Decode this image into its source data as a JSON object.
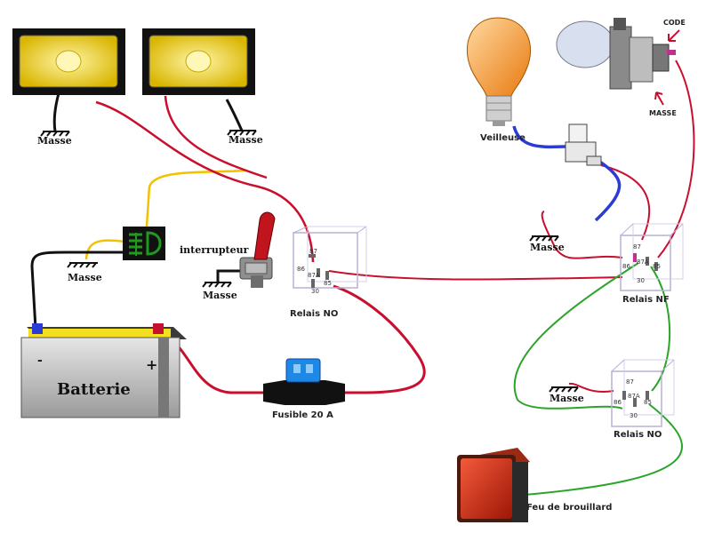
{
  "labels": {
    "masse_lamp1": "Masse",
    "masse_lamp2": "Masse",
    "masse_battery": "Masse",
    "masse_switch": "Masse",
    "masse_relay_nf": "Masse",
    "masse_relay_no2": "Masse",
    "masse_headlamp": "MASSE",
    "code": "CODE",
    "veilleuse": "Veilleuse",
    "interrupteur": "interrupteur",
    "relais_no_1": "Relais NO",
    "relais_nf": "Relais NF",
    "relais_no_2": "Relais NO",
    "batterie": "Batterie",
    "battery_minus": "-",
    "battery_plus": "+",
    "fusible": "Fusible 20 A",
    "feu_brouillard": "Feu de brouillard"
  },
  "relay_pins": {
    "p87": "87",
    "p87a": "87A",
    "p86": "86",
    "p85": "85",
    "p30": "30"
  },
  "colors": {
    "wire_red": "#c8102e",
    "wire_yellow": "#f2c200",
    "wire_green": "#2aa52a",
    "wire_blue": "#2b3bd6",
    "lamp_yellow": "#f4d21a",
    "fog_indicator": "#1f9a1f",
    "fog_lamp_red": "#d42a10"
  },
  "icons": {
    "fog_indicator": "fog-light-indicator-icon",
    "ground": "ground-symbol-icon",
    "fuse": "blade-fuse-icon",
    "switch": "toggle-switch-icon"
  }
}
